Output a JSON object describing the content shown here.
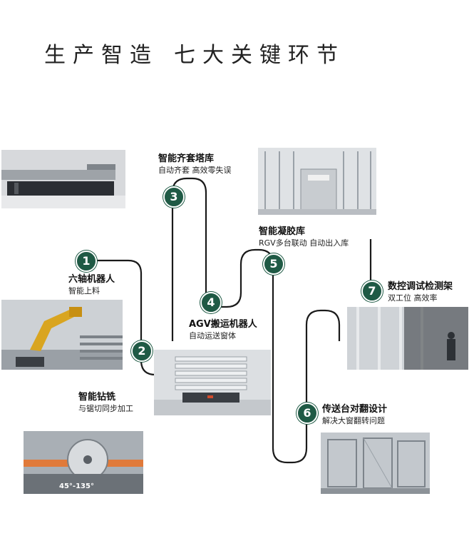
{
  "title": {
    "part1": "生产智造",
    "part2": "七大关键环节"
  },
  "steps": [
    {
      "num": "1",
      "title": "六轴机器人",
      "subtitle": "智能上料"
    },
    {
      "num": "2",
      "title": "智能钻铣",
      "subtitle": "与锯切同步加工"
    },
    {
      "num": "3",
      "title": "智能齐套塔库",
      "subtitle": "自动齐套 高效零失误"
    },
    {
      "num": "4",
      "title": "AGV搬运机器人",
      "subtitle": "自动运送窗体"
    },
    {
      "num": "5",
      "title": "智能凝胶库",
      "subtitle": "RGV多台联动 自动出入库"
    },
    {
      "num": "6",
      "title": "传送台对翻设计",
      "subtitle": "解决大窗翻转问题"
    },
    {
      "num": "7",
      "title": "数控调试检测架",
      "subtitle": "双工位 高效率"
    }
  ],
  "photo_labels": {
    "angle": "45°-135°"
  },
  "colors": {
    "badge": "#1f5a45",
    "line": "#1a1a1a"
  }
}
